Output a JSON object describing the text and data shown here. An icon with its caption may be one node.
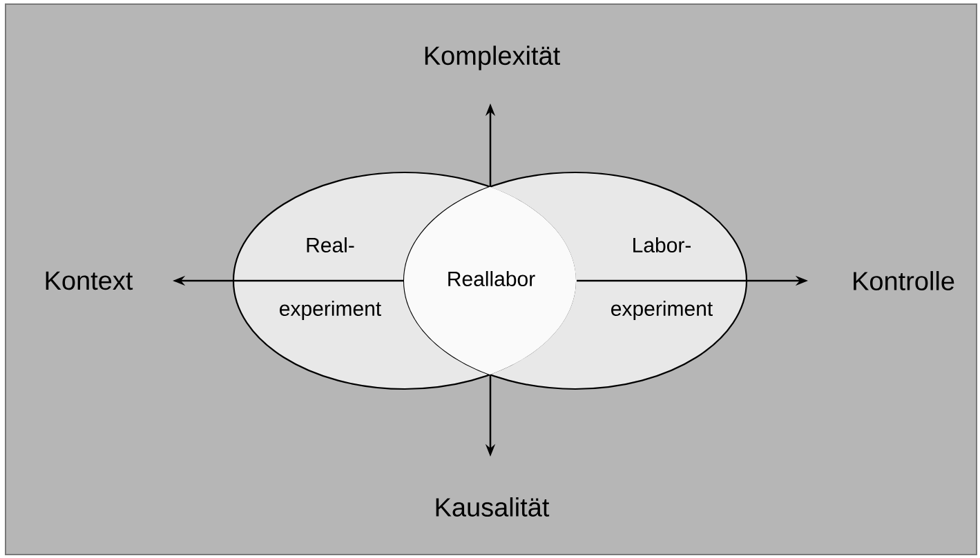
{
  "diagram": {
    "nodes": [
      {
        "text": [
          "Real- experiment"
        ]
      },
      {
        "text": [
          "Reallabor"
        ]
      },
      {
        "text": [
          "Labor- experiment"
        ]
      }
    ],
    "labels": [
      "Komplexität",
      "Kontext",
      "Kontrolle",
      "Kausalität"
    ]
  }
}
